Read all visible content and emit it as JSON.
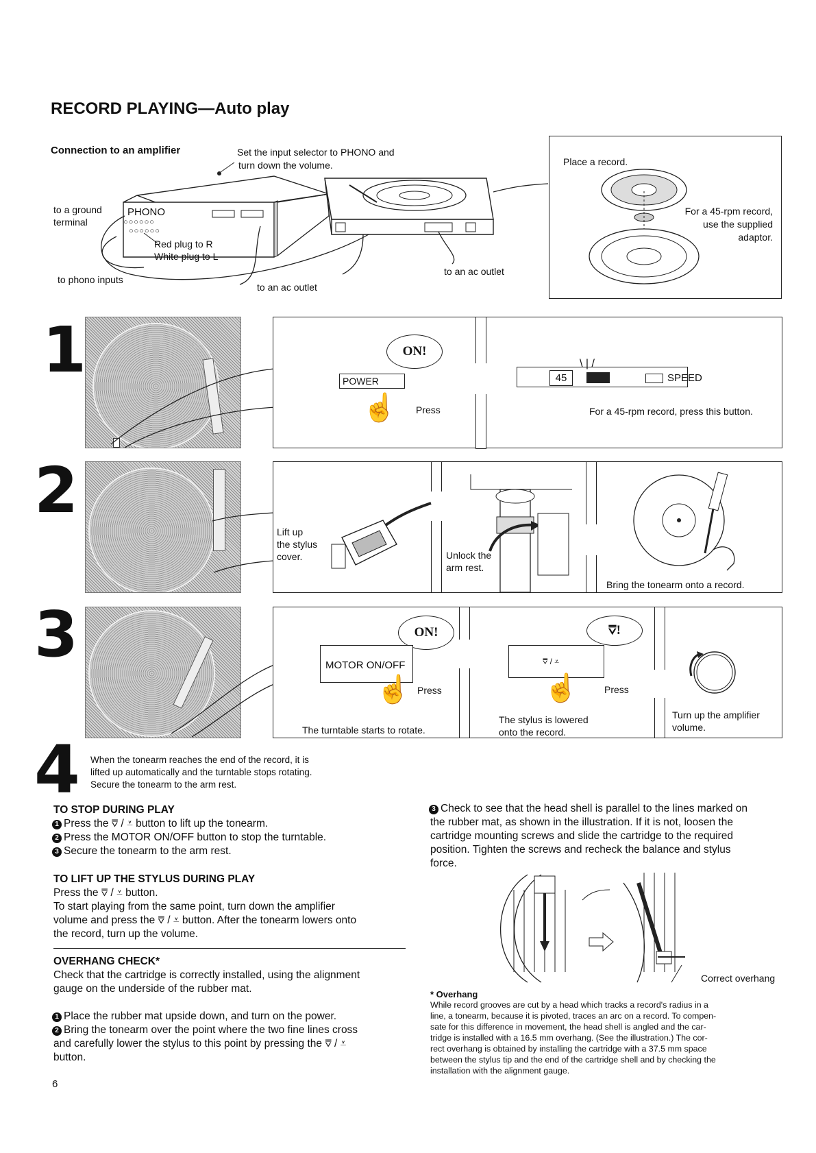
{
  "header": {
    "title": "RECORD PLAYING—Auto play"
  },
  "connection": {
    "heading": "Connection to an amplifier",
    "note_line1": "Set the input selector to PHONO and",
    "note_line2": "turn down the volume.",
    "ground_line1": "to a ground",
    "ground_line2": "terminal",
    "phono_label": "PHONO",
    "red_plug": "Red plug to R",
    "white_plug": "White plug to L",
    "phono_inputs": "to phono inputs",
    "ac_outlet_1": "to an ac outlet",
    "ac_outlet_2": "to an ac outlet"
  },
  "place_record": {
    "title": "Place a record.",
    "note_line1": "For a 45-rpm record,",
    "note_line2": "use the supplied",
    "note_line3": "adaptor."
  },
  "step1": {
    "number": "1",
    "on_bubble": "ON!",
    "power_label": "POWER",
    "press": "Press",
    "btn_45": "45",
    "speed_label": "SPEED",
    "speed_note": "For a 45-rpm record, press this button."
  },
  "step2": {
    "number": "2",
    "lift_line1": "Lift up",
    "lift_line2": "the stylus",
    "lift_line3": "cover.",
    "unlock_line1": "Unlock the",
    "unlock_line2": "arm rest.",
    "bring": "Bring the tonearm onto a record."
  },
  "step3": {
    "number": "3",
    "on_bubble": "ON!",
    "motor_label": "MOTOR ON/OFF",
    "press1": "Press",
    "rotate_note": "The turntable starts to rotate.",
    "cue_bubble": "⩢!",
    "cue_label": "⩢ / ⩡",
    "press2": "Press",
    "lowered_line1": "The stylus is lowered",
    "lowered_line2": "onto the record.",
    "amp_line1": "Turn up the amplifier",
    "amp_line2": "volume."
  },
  "step4": {
    "number": "4",
    "line1": "When the tonearm reaches the end of the record, it is",
    "line2": "lifted up automatically and the turntable stops rotating.",
    "line3": "Secure the tonearm to the arm rest."
  },
  "stop": {
    "heading": "TO STOP DURING PLAY",
    "b1": "1",
    "item1": "Press the ⩢ / ⩡ button to lift up the tonearm.",
    "b2": "2",
    "item2": "Press the MOTOR ON/OFF button to stop the turntable.",
    "b3": "3",
    "item3": "Secure the tonearm to the arm rest."
  },
  "lift": {
    "heading": "TO LIFT UP THE STYLUS DURING PLAY",
    "line1": "Press the ⩢ / ⩡ button.",
    "line2": "To start playing from the same point, turn down the amplifier",
    "line3": "volume and press the ⩢ / ⩡ button. After the tonearm lowers onto",
    "line4": "the record, turn up the volume."
  },
  "overhang": {
    "heading": "OVERHANG CHECK*",
    "line1": "Check that the cartridge is correctly installed, using the alignment",
    "line2": "gauge on the underside of the rubber mat.",
    "b1": "1",
    "item1": "Place the rubber mat upside down, and turn on the power.",
    "b2": "2",
    "item2a": "Bring the tonearm over the point where the two fine lines cross",
    "item2b": "and carefully lower the stylus to this point by pressing the ⩢ / ⩡",
    "item2c": "button."
  },
  "right_col": {
    "b3": "3",
    "p1": "Check to see that the head shell is parallel to the lines marked on",
    "p2": "the rubber mat, as shown in the illustration.  If it is not, loosen the",
    "p3": "cartridge mounting screws and slide the cartridge to the required",
    "p4": "position.  Tighten the screws and recheck the balance and stylus",
    "p5": "force.",
    "correct_overhang": "Correct overhang"
  },
  "footnote": {
    "heading": "* Overhang",
    "l1": "While record grooves are cut by a head which tracks a record's radius in a",
    "l2": "line, a tonearm, because it is pivoted, traces an arc on a record.  To compen-",
    "l3": "sate for this difference in movement, the head shell is angled and the car-",
    "l4": "tridge is installed with a 16.5 mm overhang.  (See the illustration.)  The cor-",
    "l5": "rect overhang is obtained by installing the cartridge with a 37.5 mm space",
    "l6": "between the stylus tip and the end of the cartridge shell and by checking the",
    "l7": "installation with the alignment gauge."
  },
  "page_number": "6"
}
